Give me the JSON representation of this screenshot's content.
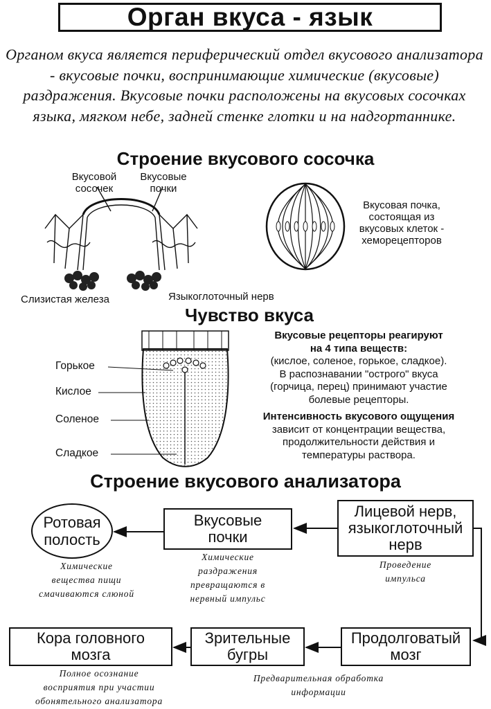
{
  "title": "Орган вкуса - язык",
  "intro": "Органом вкуса является периферический отдел вкусового анализатора - вкусовые почки, воспринимающие химические (вкусовые) раздражения. Вкусовые почки расположены на вкусовых сосочках языка, мягком небе, задней стенке глотки и на надгортаннике.",
  "papilla": {
    "title": "Строение вкусового сосочка",
    "label_papilla_1": "Вкусовой",
    "label_papilla_2": "сосочек",
    "label_buds_1": "Вкусовые",
    "label_buds_2": "почки",
    "label_gland": "Слизистая железа",
    "label_nerve": "Языкоглоточный нерв",
    "bud_desc_1": "Вкусовая почка,",
    "bud_desc_2": "состоящая из",
    "bud_desc_3": "вкусовых клеток -",
    "bud_desc_4": "хеморецепторов"
  },
  "taste": {
    "title": "Чувство вкуса",
    "zones": [
      "Горькое",
      "Кислое",
      "Соленое",
      "Сладкое"
    ],
    "line1": "Вкусовые рецепторы реагируют",
    "line2": "на 4 типа веществ:",
    "line3": "(кислое, соленое, горькое, сладкое).",
    "line4": "В распознавании \"острого\" вкуса",
    "line5": "(горчица, перец) принимают участие",
    "line6": "болевые рецепторы.",
    "line7": "Интенсивность вкусового ощущения",
    "line8": "зависит от концентрации вещества,",
    "line9": "продолжительности действия и",
    "line10": "температуры раствора."
  },
  "analyzer": {
    "title": "Строение вкусового анализатора",
    "nodes": {
      "mouth_1": "Ротовая",
      "mouth_2": "полость",
      "buds_1": "Вкусовые",
      "buds_2": "почки",
      "nerve_1": "Лицевой нерв,",
      "nerve_2": "языкоглоточный",
      "nerve_3": "нерв",
      "medulla_1": "Продолговатый",
      "medulla_2": "мозг",
      "thalamus_1": "Зрительные",
      "thalamus_2": "бугры",
      "cortex_1": "Кора головного",
      "cortex_2": "мозга"
    },
    "notes": {
      "mouth_1": "Химические",
      "mouth_2": "вещества пищи",
      "mouth_3": "смачиваются слюной",
      "buds_1": "Химические",
      "buds_2": "раздражения",
      "buds_3": "превращаются в",
      "buds_4": "нервный импульс",
      "nerve_1": "Проведение",
      "nerve_2": "импульса",
      "thalamus_1": "Предварительная обработка",
      "thalamus_2": "информации",
      "cortex_1": "Полное осознание",
      "cortex_2": "восприятия при участии",
      "cortex_3": "обонятельного анализатора"
    }
  }
}
